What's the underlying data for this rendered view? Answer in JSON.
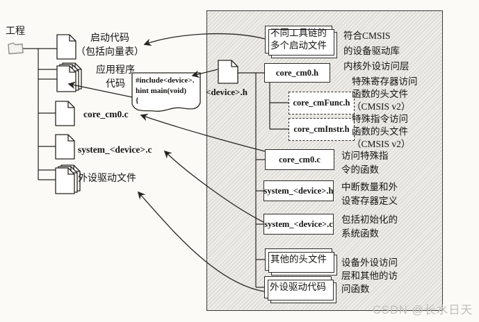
{
  "colors": {
    "page_bg": "#fbfaf7",
    "hatch_base": "#edece8",
    "line": "#26231f",
    "text": "#161412",
    "watermark_gray": "#c2bfbb"
  },
  "project": {
    "root_label": "工程",
    "items": [
      {
        "icon": "file-icon",
        "lines": [
          "启动代码",
          "（包括向量表）"
        ]
      },
      {
        "icon": "file-stack-icon",
        "lines": [
          "应用程序",
          "代码"
        ]
      },
      {
        "icon": "file-icon",
        "lines": [
          "core_cm0.c"
        ]
      },
      {
        "icon": "file-icon",
        "lines": [
          "system_<device>.c"
        ]
      },
      {
        "icon": "file-stack-icon",
        "lines": [
          "外设驱动文件"
        ]
      }
    ]
  },
  "code_box": {
    "lines": [
      "#include<device>.",
      "hint main(void)",
      "{"
    ]
  },
  "device_header_label": "<device>.h",
  "library": {
    "startup_box": {
      "lines": [
        "不同工具链的",
        "多个启动文件"
      ]
    },
    "files": {
      "core_cm0_h": "core_cm0.h",
      "core_cmfunc_h": "core_cmFunc.h",
      "core_cminstr_h": "core_cmInstr.h",
      "core_cm0_c": "core_cm0.c",
      "system_device_h": "system_<device>.h",
      "system_device_c": "system_<device>.c",
      "other_headers": "其他的头文件",
      "peripheral_driver_code": "外设驱动代码"
    },
    "annotations": {
      "cmsis_lib": [
        "符合CMSIS",
        "的设备驱动库"
      ],
      "core_access_layer": [
        "内核外设访问层"
      ],
      "special_register": [
        "特殊寄存器访问",
        "函数的头文件",
        "（CMSIS v2）"
      ],
      "special_instruction": [
        "特殊指令访问",
        "函数的头文件",
        "（CMSIS v2）"
      ],
      "access_special_instr": [
        "访问特殊指",
        "令的函数"
      ],
      "interrupt_register_defs": [
        "中断数量和外",
        "设寄存器定义"
      ],
      "init_system_funcs": [
        "包括初始化的",
        "系统函数"
      ],
      "device_access_layer": [
        "设备外设访问",
        "层和其他的访",
        "问函数"
      ]
    }
  },
  "watermark": "CSDN @长水日天"
}
